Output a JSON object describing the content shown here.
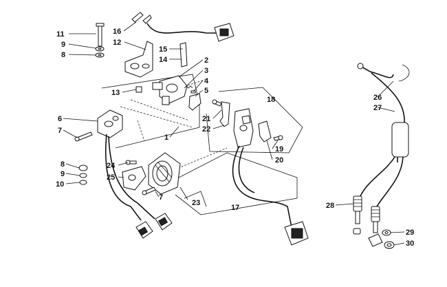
{
  "callouts": {
    "c1": "1",
    "c2": "2",
    "c3": "3",
    "c4": "4",
    "c5": "5",
    "c6": "6",
    "c7a": "7",
    "c7b": "7",
    "c8a": "8",
    "c8b": "8",
    "c9a": "9",
    "c9b": "9",
    "c10": "10",
    "c11": "11",
    "c12": "12",
    "c13": "13",
    "c14": "14",
    "c15": "15",
    "c16": "16",
    "c17": "17",
    "c18": "18",
    "c19": "19",
    "c20": "20",
    "c21": "21",
    "c22": "22",
    "c23": "23",
    "c24": "24",
    "c25": "25",
    "c26": "26",
    "c27": "27",
    "c28": "28",
    "c29": "29",
    "c30": "30"
  }
}
